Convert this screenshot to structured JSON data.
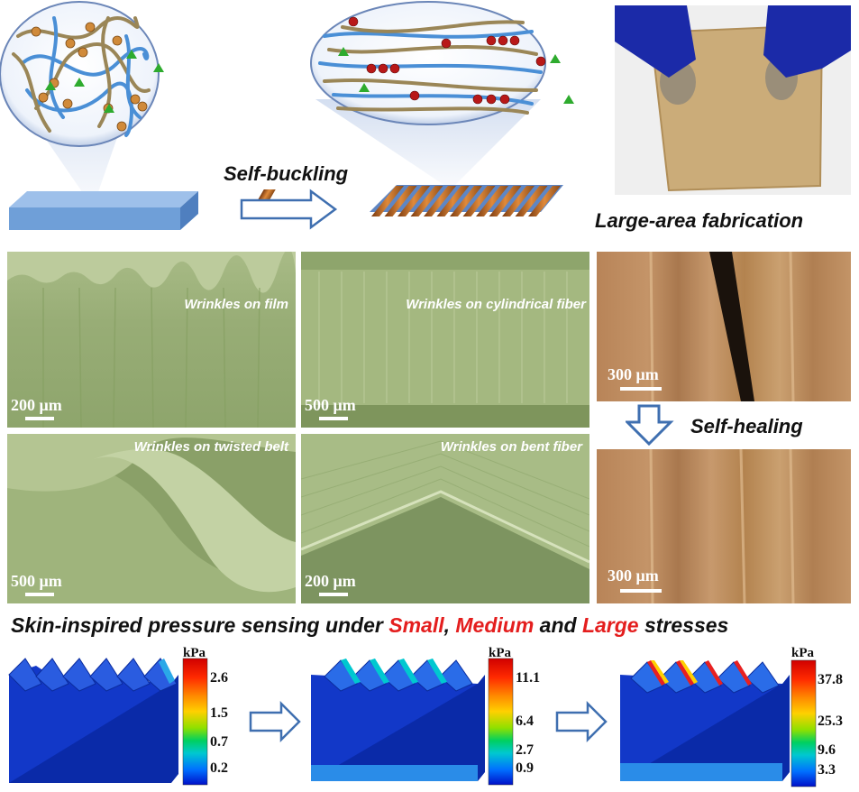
{
  "top": {
    "label_self_buckling": "Self-buckling",
    "label_large_area": "Large-area fabrication"
  },
  "sem_panels": [
    {
      "label": "Wrinkles on film",
      "scale": "200 μm"
    },
    {
      "label": "Wrinkles on cylindrical fiber",
      "scale": "500 μm"
    },
    {
      "label": "Wrinkles on twisted belt",
      "scale": "500 μm"
    },
    {
      "label": "Wrinkles on bent fiber",
      "scale": "200 μm"
    }
  ],
  "healing": {
    "label": "Self-healing",
    "scale_top": "300 μm",
    "scale_bottom": "300 μm"
  },
  "sensing": {
    "title_prefix": "Skin-inspired pressure sensing under ",
    "small": "Small",
    "sep1": ", ",
    "medium": "Medium",
    "sep2": " and ",
    "large": "Large",
    "title_suffix": " stresses",
    "colorbars": [
      {
        "unit": "kPa",
        "ticks": [
          "2.6",
          "1.5",
          "0.7",
          "0.2"
        ]
      },
      {
        "unit": "kPa",
        "ticks": [
          "11.1",
          "6.4",
          "2.7",
          "0.9"
        ]
      },
      {
        "unit": "kPa",
        "ticks": [
          "37.8",
          "25.3",
          "9.6",
          "3.3"
        ]
      }
    ]
  },
  "colors": {
    "arrow_blue": "#3f6fb0",
    "substrate_blue": "#6f9fd8",
    "fiber_blue": "#4a8fd6",
    "fiber_tan": "#9a8657",
    "particle_orange": "#d08a3a",
    "particle_red": "#b81818",
    "marker_green": "#2eab2e",
    "highlight_red": "#e41e1e"
  }
}
